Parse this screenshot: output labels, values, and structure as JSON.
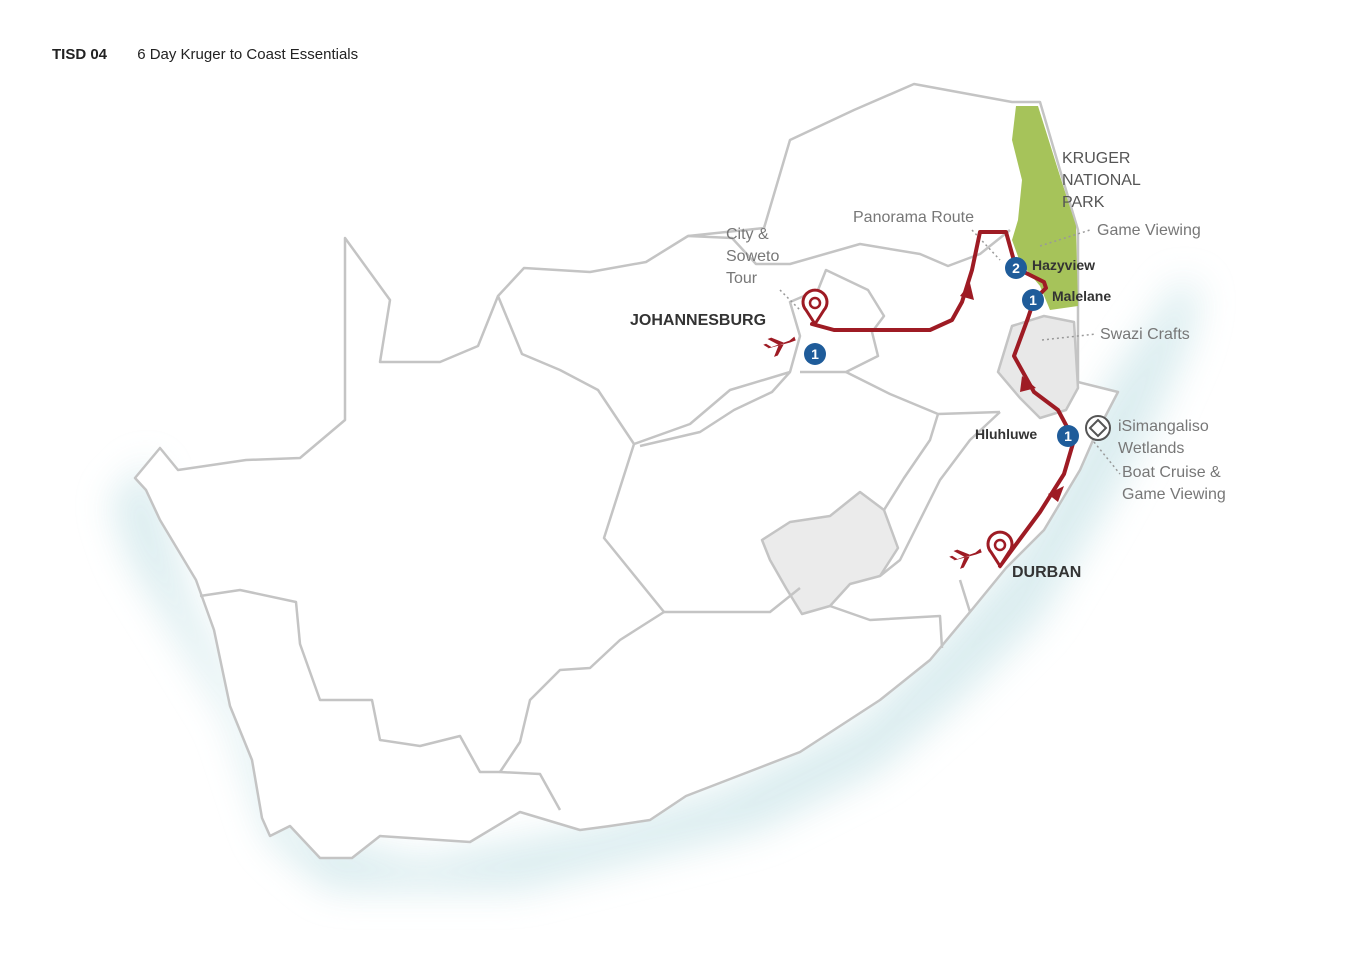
{
  "header": {
    "code": "TISD 04",
    "title": "6 Day Kruger to Coast Essentials"
  },
  "colors": {
    "route": "#9e1b24",
    "stop_marker": "#1f5c9a",
    "park": "#a6c35a",
    "swazi": "#e8e8e8",
    "ocean_glow": "#cfe6ea",
    "border": "#c4c4c4"
  },
  "labels": {
    "johannesburg": "JOHANNESBURG",
    "durban": "DURBAN",
    "hazyview": "Hazyview",
    "malelane": "Malelane",
    "hluhluwe": "Hluhluwe",
    "kruger_line1": "KRUGER",
    "kruger_line2": "NATIONAL",
    "kruger_line3": "PARK",
    "panorama": "Panorama Route",
    "game_viewing": "Game Viewing",
    "swazi_crafts": "Swazi Crafts",
    "city_line1": "City &",
    "city_line2": "Soweto",
    "city_line3": "Tour",
    "isim_line1": "iSimangaliso",
    "isim_line2": "Wetlands",
    "boat_line1": "Boat Cruise &",
    "boat_line2": "Game Viewing"
  },
  "stops": {
    "johannesburg_nights": "1",
    "hazyview_nights": "2",
    "malelane_nights": "1",
    "hluhluwe_nights": "1"
  },
  "icons": {
    "flight_in": "airplane-icon",
    "flight_out": "airplane-icon",
    "start_pin": "map-pin-icon",
    "end_pin": "map-pin-icon",
    "heritage": "world-heritage-icon"
  }
}
